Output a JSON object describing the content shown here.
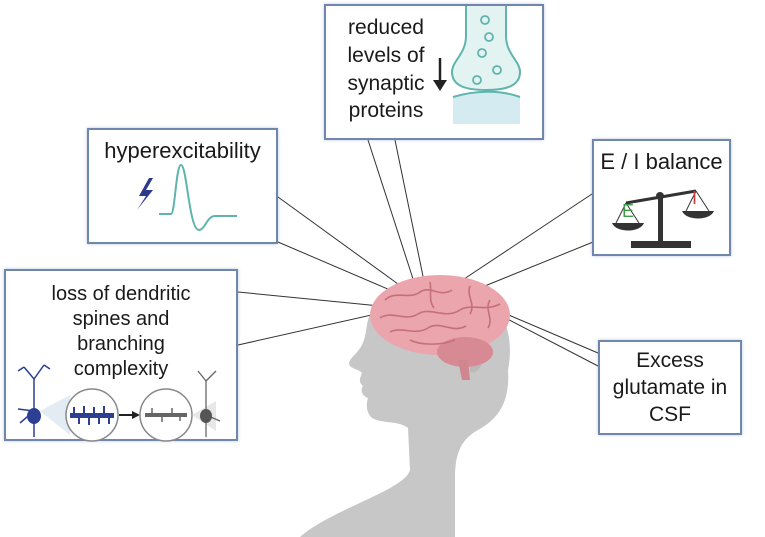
{
  "boxes": {
    "synaptic": {
      "line1": "reduced",
      "line2": "levels of",
      "line3": "synaptic",
      "line4": "proteins"
    },
    "hyper": {
      "label": "hyperexcitability"
    },
    "balance": {
      "label": "E / I balance",
      "e": "E",
      "i": "I"
    },
    "dendritic": {
      "line1": "loss of dendritic",
      "line2": "spines and",
      "line3": "branching",
      "line4": "complexity"
    },
    "glutamate": {
      "line1": "Excess",
      "line2": "glutamate in",
      "line3": "CSF"
    }
  },
  "colors": {
    "box_border": "#6f86ad",
    "teal": "#5fb5ad",
    "lightning": "#2d3a8c",
    "balance_green": "#3f9a4a",
    "balance_red": "#d23a3a",
    "brain": "#e9a6ad",
    "head": "#c4c4c4",
    "neuron_blue": "#2c3f93"
  }
}
